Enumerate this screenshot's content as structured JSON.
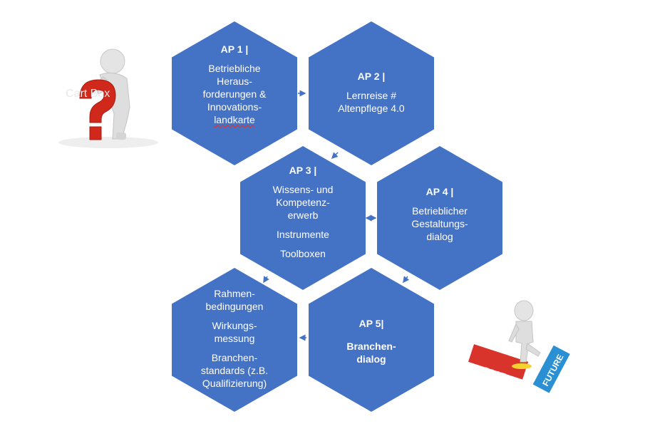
{
  "hexagons": [
    {
      "id": "ap1",
      "title": "AP 1 |",
      "paragraphs": [
        [
          "Betriebliche",
          "Heraus-",
          "forderungen  &",
          "Innovations-",
          "landkarte"
        ]
      ]
    },
    {
      "id": "ap2",
      "title": "AP 2 |",
      "paragraphs": [
        [
          "Lernreise #",
          "Altenpflege 4.0"
        ]
      ]
    },
    {
      "id": "ap3",
      "title": "AP 3 |",
      "paragraphs": [
        [
          "Wissens- und",
          "Kompetenz-",
          "erwerb"
        ],
        [
          "Instrumente"
        ],
        [
          "Toolboxen"
        ]
      ]
    },
    {
      "id": "ap4",
      "title": "AP 4 |",
      "paragraphs": [
        [
          "Betrieblicher",
          "Gestaltungs-",
          "dialog"
        ]
      ]
    },
    {
      "id": "frame",
      "title": "",
      "paragraphs": [
        [
          "Rahmen-",
          "bedingungen"
        ],
        [
          "Wirkungs-",
          "messung"
        ],
        [
          "Branchen-",
          "standards (z.B.",
          "Qualifizierung)"
        ]
      ]
    },
    {
      "id": "ap5",
      "title": "AP 5|",
      "paragraphs": [
        [
          "Branchen-",
          "dialog"
        ]
      ]
    }
  ],
  "clipart": {
    "question": {
      "icon": "question-mark-figure-icon",
      "watermark": "Cart Box"
    },
    "future": {
      "icon": "past-future-figure-icon",
      "labels": [
        "PAST",
        "FUTURE"
      ]
    }
  },
  "colors": {
    "hex_fill": "#4472c4",
    "arrow": "#4472c4",
    "question_red": "#d0291c",
    "past_red": "#d9342b",
    "future_blue": "#2a8fd3"
  }
}
